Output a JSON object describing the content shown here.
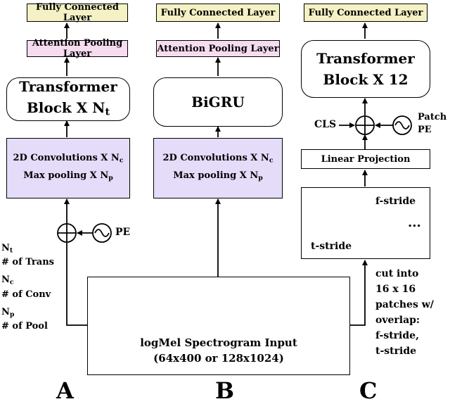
{
  "columns": {
    "A": {
      "letter": "A",
      "fc": "Fully Connected Layer",
      "attn": "Attention Pooling Layer",
      "block_line1": "Transformer",
      "block_line2_prefix": "Block X N",
      "block_line2_sub": "t",
      "conv_line1_prefix": "2D Convolutions X N",
      "conv_line1_sub": "c",
      "conv_line2_prefix": "Max pooling X N",
      "conv_line2_sub": "p",
      "pe": "PE"
    },
    "B": {
      "letter": "B",
      "fc": "Fully Connected Layer",
      "attn": "Attention Pooling Layer",
      "block": "BiGRU",
      "conv_line1_prefix": "2D Convolutions X N",
      "conv_line1_sub": "c",
      "conv_line2_prefix": "Max pooling X N",
      "conv_line2_sub": "p"
    },
    "C": {
      "letter": "C",
      "fc": "Fully Connected Layer",
      "block_line1": "Transformer",
      "block_line2": "Block X 12",
      "cls": "CLS",
      "patch_pe_line1": "Patch",
      "patch_pe_line2": "PE",
      "linear": "Linear Projection",
      "f_stride": "f-stride",
      "t_stride": "t-stride",
      "ellipsis": "...",
      "cut_lines": [
        "cut into",
        "16 x 16",
        "patches w/",
        "overlap:",
        "f-stride,",
        "t-stride"
      ]
    }
  },
  "legend": {
    "items": [
      {
        "symbol": "N",
        "sub": "t",
        "desc": "# of Trans"
      },
      {
        "symbol": "N",
        "sub": "c",
        "desc": "# of Conv"
      },
      {
        "symbol": "N",
        "sub": "p",
        "desc": "# of Pool"
      }
    ]
  },
  "input": {
    "line1": "logMel Spectrogram Input",
    "line2": "(64x400 or 128x1024)"
  },
  "colors": {
    "fc": "#f4f1c4",
    "attention": "#f6dcef",
    "conv": "#e4dcf8",
    "spectrogram_dark": "#2a3f86",
    "spectrogram_light": "#4dbb6a"
  }
}
